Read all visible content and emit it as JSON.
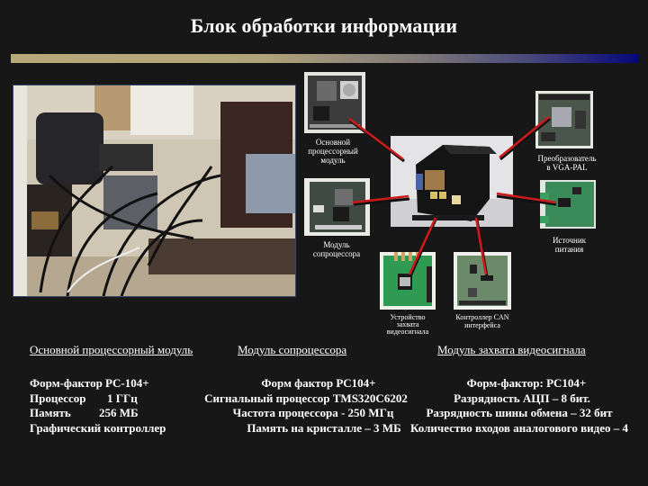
{
  "slide": {
    "title": "Блок обработки информации",
    "accent_bar_colors": [
      "#b6aa7a",
      "#06067a"
    ],
    "background": "#171717"
  },
  "diagram": {
    "photo_installation": "installation-photo",
    "central_unit": "processing-unit-photo",
    "modules": [
      {
        "id": "main_cpu",
        "label_lines": [
          "Основной",
          "процессорный",
          "модуль"
        ]
      },
      {
        "id": "vga_pal",
        "label_lines": [
          "Преобразователь",
          "в VGA-PAL"
        ]
      },
      {
        "id": "coprocessor",
        "label_lines": [
          "Модуль",
          "сопроцессора"
        ]
      },
      {
        "id": "power",
        "label_lines": [
          "Источник",
          "питания"
        ]
      },
      {
        "id": "video_capture",
        "label_lines": [
          "Устройство",
          "захвата",
          "видеосигнала"
        ]
      },
      {
        "id": "can",
        "label_lines": [
          "Контроллер CAN",
          "интерфейса"
        ]
      }
    ],
    "arrow_color": "#cc1a1a"
  },
  "specs": {
    "main_cpu": {
      "heading": "Основной процессорный модуль",
      "rows": [
        {
          "k": "Форм-фактор PC-104+",
          "v": ""
        },
        {
          "k": "Процессор",
          "v": "1 ГГц"
        },
        {
          "k": "Память",
          "v": "256 МБ"
        },
        {
          "k": "Графический контроллер",
          "v": ""
        }
      ]
    },
    "coprocessor": {
      "heading": "Модуль сопроцессора",
      "rows": [
        "Форм фактор PC104+",
        "Сигнальный процессор TMS320C6202",
        "Частота процессора - 250 МГц",
        "Память на кристалле – 3 МБ"
      ]
    },
    "video_capture": {
      "heading": "Модуль захвата видеосигнала",
      "rows": [
        "Форм-фактор: PC104+",
        "Разрядность АЦП – 8 бит.",
        "Разрядность шины обмена – 32 бит",
        "Количество входов аналогового видео – 4"
      ]
    }
  }
}
